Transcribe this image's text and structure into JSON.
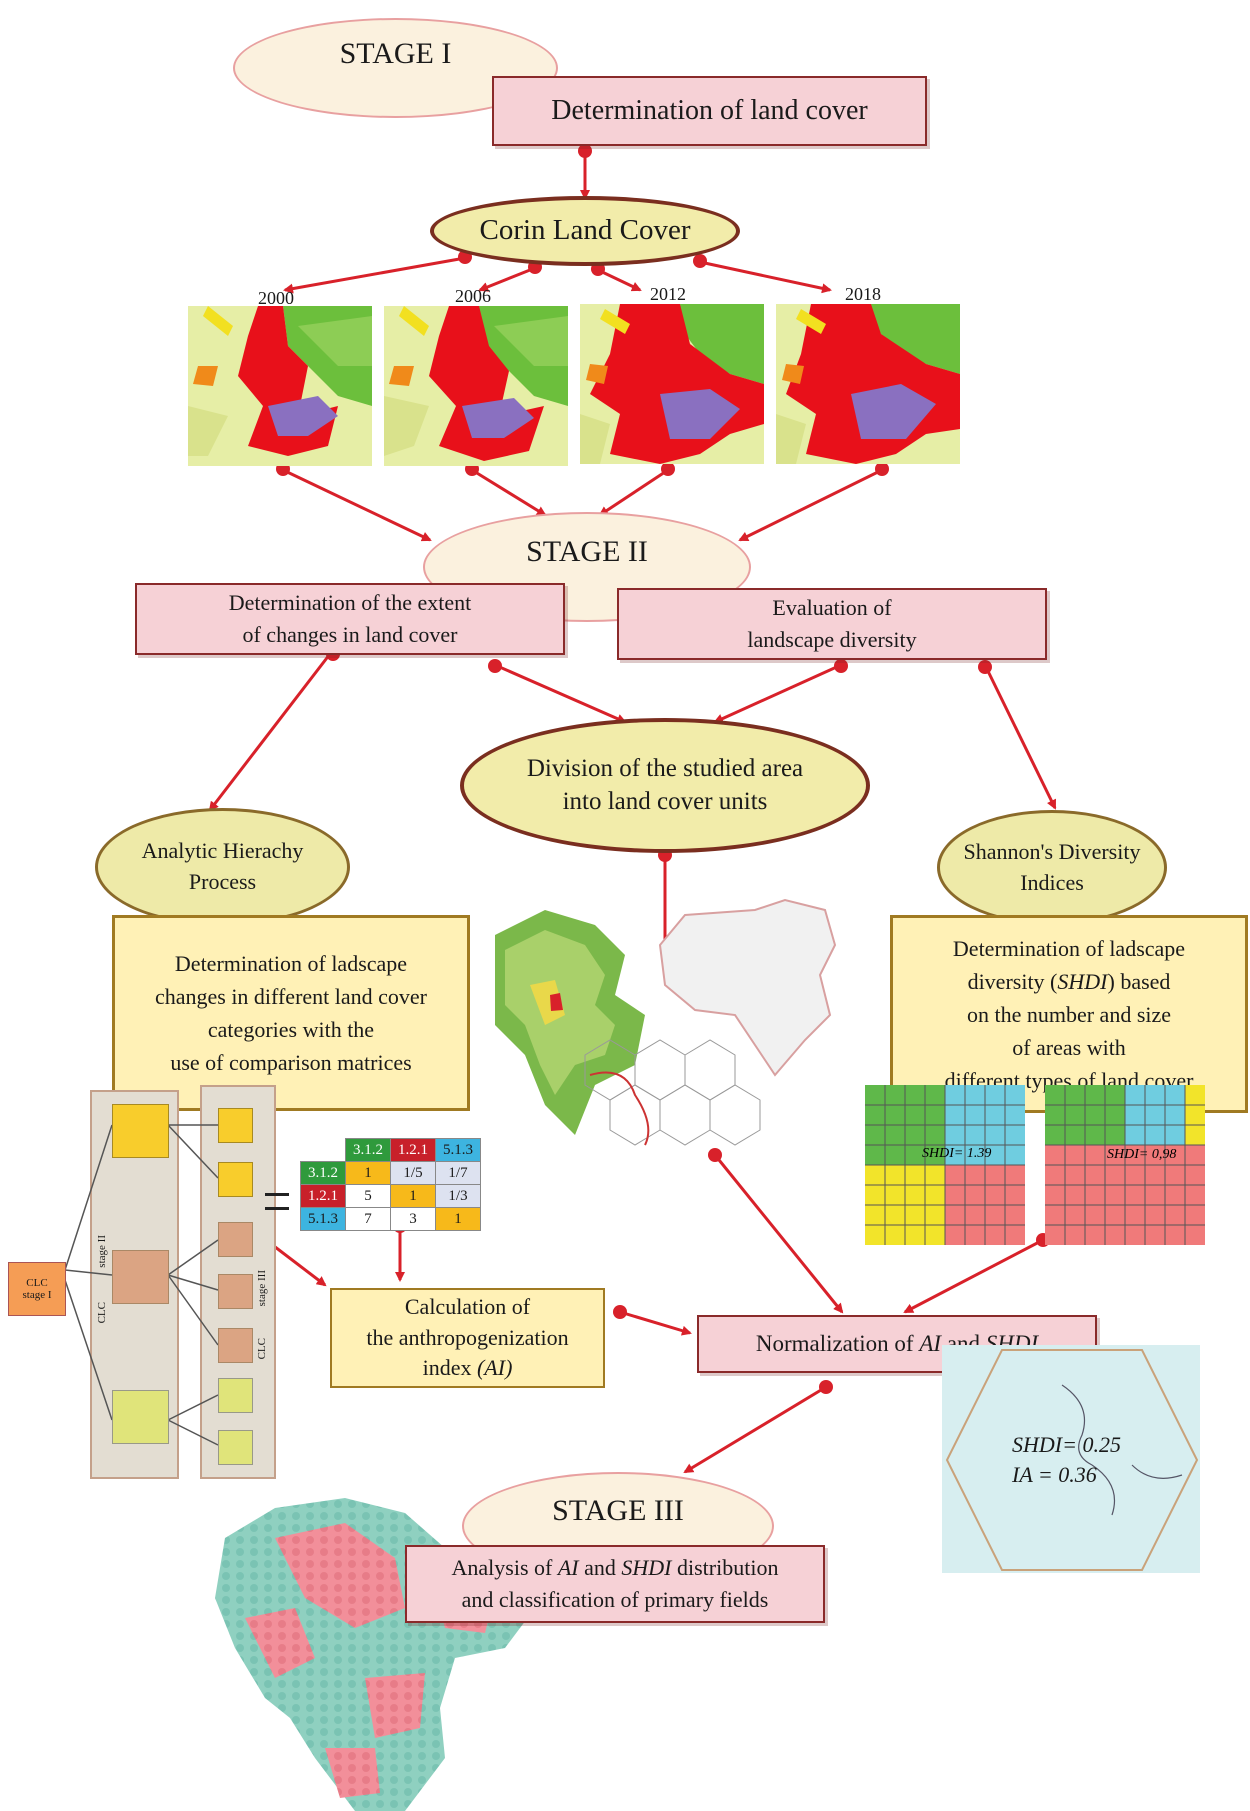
{
  "stage1": {
    "title": "STAGE I",
    "task": "Determination of land cover",
    "source": "Corin Land Cover"
  },
  "years": [
    "2000",
    "2006",
    "2012",
    "2018"
  ],
  "stage2": {
    "title": "STAGE II",
    "left_box": [
      "Determination of the extent",
      "of changes in land cover"
    ],
    "right_box": [
      "Evaluation of",
      "landscape diversity"
    ],
    "division": [
      "Division of the studied area",
      "into land cover units"
    ],
    "ahp": [
      "Analytic Hierachy",
      "Process"
    ],
    "shannon": [
      "Shannon's Diversity",
      "Indices"
    ],
    "ahp_desc": [
      "Determination of ladscape",
      "changes in different land cover",
      "categories with the",
      "use of comparison matrices"
    ],
    "shdi_desc_l1": "Determination of ladscape",
    "shdi_desc_l2a": "diversity (",
    "shdi_desc_l2b": "SHDI",
    "shdi_desc_l2c": ") based",
    "shdi_desc_l3": "on the number and size",
    "shdi_desc_l4": "of areas with",
    "shdi_desc_l5": "different types of land cover",
    "calc": [
      "Calculation of",
      "the anthropogenization",
      "index "
    ],
    "calc_ai": "(AI)",
    "norm_a": "Normalization of ",
    "norm_ai": "AI",
    "norm_and": " and ",
    "norm_shdi": "SHDI"
  },
  "matrix": {
    "header": [
      "3.1.2",
      "1.2.1",
      "5.1.3"
    ],
    "rows": [
      {
        "label": "3.1.2",
        "values": [
          "1",
          "1/5",
          "1/7"
        ]
      },
      {
        "label": "1.2.1",
        "values": [
          "5",
          "1",
          "1/3"
        ]
      },
      {
        "label": "5.1.3",
        "values": [
          "7",
          "3",
          "1"
        ]
      }
    ],
    "colors": {
      "3.1.2": "#2f9a3c",
      "1.2.1": "#c8202a",
      "5.1.3": "#3db4e0"
    }
  },
  "hierarchy": {
    "clc_stage1_a": "CLC",
    "clc_stage1_b": "stage I",
    "stage2_label": "stage II",
    "stage2_clc": "CLC",
    "stage3_label": "stage III",
    "stage3_clc": "CLC"
  },
  "shdi_grids": [
    "SHDI= 1.39",
    "SHDI= 0,98"
  ],
  "zoom_panel": {
    "shdi": "SHDI= 0.25",
    "ia": "IA = 0.36"
  },
  "stage3": {
    "title": "STAGE III",
    "l1a": "Analysis of ",
    "l1ai": "AI",
    "l1and": " and ",
    "l1shdi": "SHDI",
    "l1end": " distribution",
    "l2": "and classification of primary fields"
  },
  "colors": {
    "arrow": "#d8212a",
    "pink_box": "#f6d1d6",
    "yellow_box": "#fff1b6",
    "urban": "#e8101a",
    "forest": "#6cbf3c",
    "industry": "#8a70c0",
    "agri": "#e9f0a8"
  }
}
